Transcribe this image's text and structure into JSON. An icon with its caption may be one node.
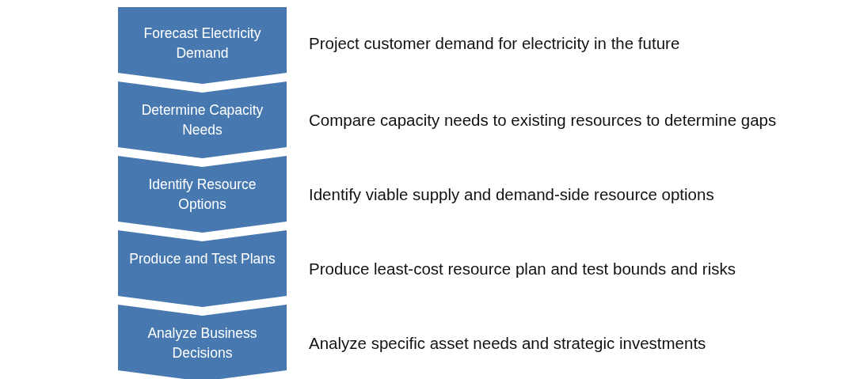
{
  "diagram": {
    "nodes": [
      {
        "text": [
          "Forecast Electricity Demand"
        ],
        "beside": [
          "Project customer demand for electricity in the future"
        ]
      },
      {
        "text": [
          "Determine Capacity Needs"
        ],
        "beside": [
          "Compare capacity needs to existing resources to determine gaps"
        ]
      },
      {
        "text": [
          "Identify Resource Options"
        ],
        "beside": [
          "Identify viable supply and demand-side resource options"
        ]
      },
      {
        "text": [
          "Produce and Test Plans"
        ],
        "beside": [
          "Produce least-cost resource plan and test bounds and risks"
        ]
      },
      {
        "text": [
          "Analyze Business Decisions"
        ],
        "beside": [
          "Analyze specific asset needs and strategic investments"
        ]
      }
    ]
  }
}
